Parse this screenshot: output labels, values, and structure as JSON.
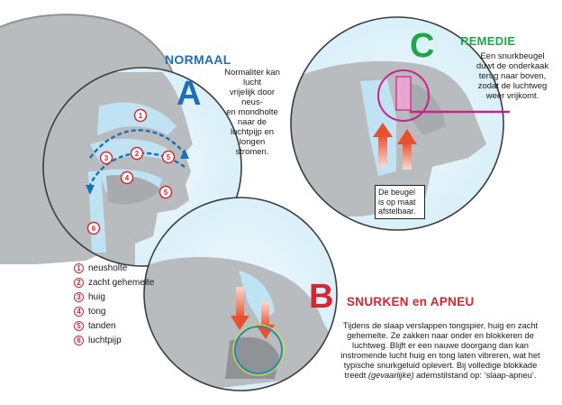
{
  "normal": {
    "letter": "A",
    "title": "NORMAAL",
    "description": [
      "Normaliter kan lucht",
      "vrijelijk door neus-",
      "en mondholte",
      "naar de",
      "luchtpijp en",
      "longen",
      "stromen."
    ]
  },
  "remedy": {
    "letter": "C",
    "title": "REMEDIE",
    "description": [
      "Een snurkbeugel",
      "duwt de onderkaak",
      "terug naar boven,",
      "zodat de luchtweg",
      "weer vrijkomt."
    ],
    "callout": "De beugel is op maat afstelbaar."
  },
  "snoring": {
    "letter": "B",
    "title": "SNURKEN en APNEU",
    "description": [
      "Tijdens de slaap verslappen tongspier, huig en zacht",
      "gehemelte. Ze zakken naar onder en blokkeren de",
      "luchtweg. Blijft er een nauwe doorgang dan kan",
      "instromende lucht huig en tong laten vibreren, wat het",
      "typische snurkgeluid oplevert. Bij volledige blokkade"
    ],
    "last_line_pre": "treedt ",
    "last_line_em": "(gevaarlijke)",
    "last_line_post": " ademstilstand op: ‘slaap-apneu’."
  },
  "legend": [
    {
      "num": "1",
      "label": "neusholte"
    },
    {
      "num": "2",
      "label": "zacht gehemelte"
    },
    {
      "num": "3",
      "label": "huig"
    },
    {
      "num": "4",
      "label": "tong"
    },
    {
      "num": "5",
      "label": "tanden"
    },
    {
      "num": "6",
      "label": "luchtpijp"
    }
  ],
  "markers": [
    "1",
    "2",
    "3",
    "4",
    "5",
    "5",
    "6"
  ],
  "colors": {
    "blue_title": "#1f6fb6",
    "green_title": "#1fa64a",
    "red": "#d6262f",
    "airway": "#bfe3f3",
    "head_gray": "#b9bcbf",
    "head_dark": "#8f9396",
    "arrow_blue": "#1b6fb4"
  }
}
